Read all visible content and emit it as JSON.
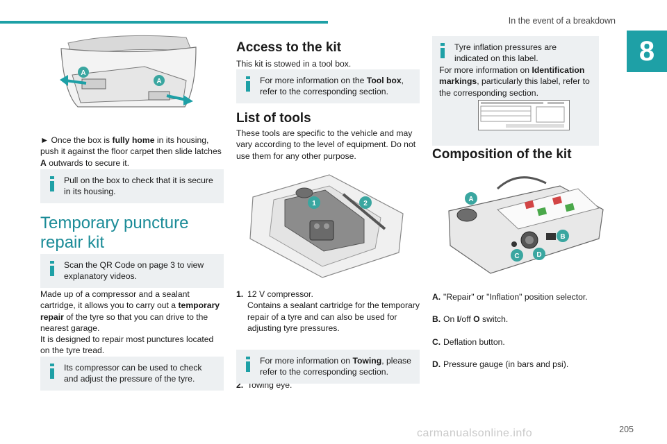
{
  "header": {
    "section_title": "In the event of a breakdown",
    "chapter_number": "8"
  },
  "col1": {
    "bullet_text_pre": "► Once the box is ",
    "bullet_bold": "fully home",
    "bullet_text_mid": " in its housing, push it against the floor carpet then slide latches ",
    "bullet_label": "A",
    "bullet_text_post": " outwards to secure it.",
    "note1": "Pull on the box to check that it is secure in its housing.",
    "section_title": "Temporary puncture repair kit",
    "note2": "Scan the QR Code on page 3 to view explanatory videos.",
    "para1_pre": "Made up of a compressor and a sealant cartridge, it allows you to carry out a ",
    "para1_bold": "temporary repair",
    "para1_post": " of the tyre so that you can drive to the nearest garage.",
    "para2": "It is designed to repair most punctures located on the tyre tread.",
    "note3": "Its compressor can be used to check and adjust the pressure of the tyre.",
    "image_labels": [
      "A",
      "A"
    ]
  },
  "col2": {
    "access_title": "Access to the kit",
    "access_text": "This kit is stowed in a tool box.",
    "note_access_pre": "For more information on the ",
    "note_access_bold": "Tool box",
    "note_access_post": ", refer to the corresponding section.",
    "tools_title": "List of tools",
    "tools_text": "These tools are specific to the vehicle and may vary according to the level of equipment. Do not use them for any other purpose.",
    "image_labels": [
      "1",
      "2"
    ],
    "items": [
      {
        "num": "1.",
        "text": "12 V compressor.\nContains a sealant cartridge for the temporary repair of a tyre and can also be used for adjusting tyre pressures."
      },
      {
        "num": "2.",
        "text": "Towing eye."
      }
    ],
    "note_tow_pre": "For more information on ",
    "note_tow_bold": "Towing",
    "note_tow_post": ", please refer to the corresponding section."
  },
  "col3": {
    "note_label_line": "Tyre inflation pressures are indicated on this label.",
    "note_more_pre": "For more information on ",
    "note_more_bold": "Identification markings",
    "note_more_post": ", particularly this label, refer to the corresponding section.",
    "composition_title": "Composition of the kit",
    "image_labels": [
      "A",
      "B",
      "C",
      "D"
    ],
    "items": [
      {
        "label": "A.",
        "text": "\"Repair\" or \"Inflation\" position selector."
      },
      {
        "label": "B.",
        "text_pre": "On ",
        "bold1": "I",
        "text_mid": "/off ",
        "bold2": "O",
        "text_post": " switch."
      },
      {
        "label": "C.",
        "text": "Deflation button."
      },
      {
        "label": "D.",
        "text": "Pressure gauge (in bars and psi)."
      }
    ]
  },
  "footer": {
    "page_number": "205",
    "watermark": "carmanualsonline.info"
  },
  "colors": {
    "accent": "#1ea0a6",
    "note_bg": "#edf0f2",
    "label_circle": "#3aa6a0"
  }
}
